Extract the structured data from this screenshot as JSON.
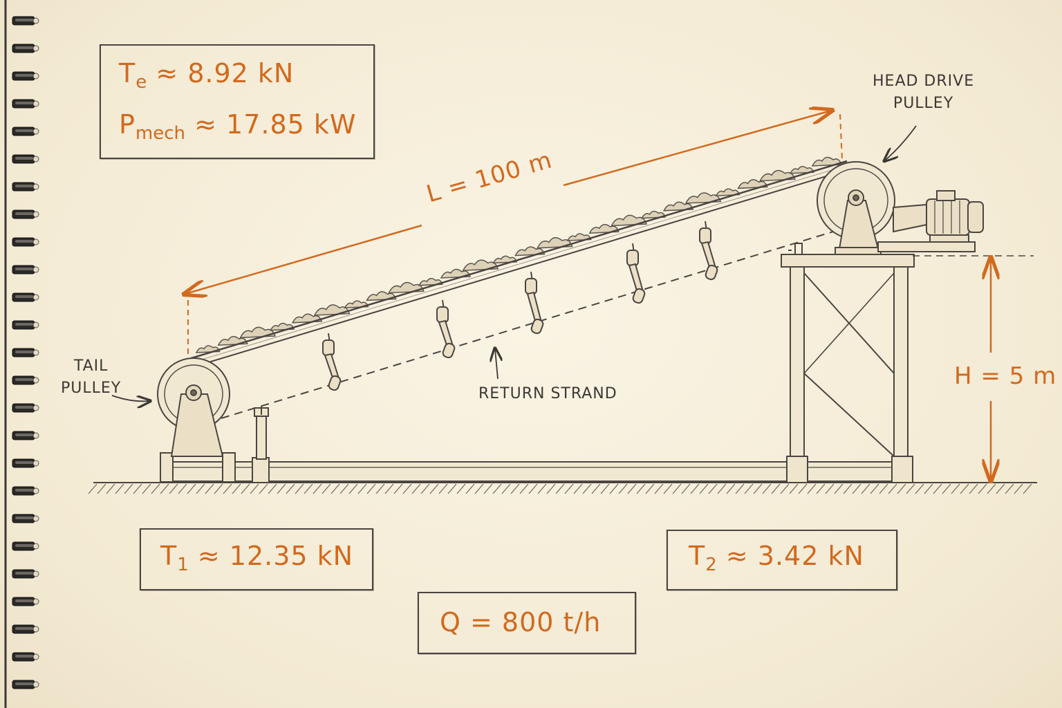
{
  "result_te": {
    "symbol": "T",
    "sub": "e",
    "rest": " ≈ 8.92 kN"
  },
  "result_p": {
    "symbol": "P",
    "sub": "mech",
    "rest": " ≈ 17.85 kW"
  },
  "result_t1": {
    "symbol": "T",
    "sub": "1",
    "rest": " ≈ 12.35 kN"
  },
  "result_t2": {
    "symbol": "T",
    "sub": "2",
    "rest": " ≈ 3.42 kN"
  },
  "result_q": "Q = 800 t/h",
  "dim_length": "L = 100 m",
  "dim_height": "H = 5 m",
  "labels": {
    "head_line1": "HEAD DRIVE",
    "head_line2": "PULLEY",
    "tail_line1": "TAIL",
    "tail_line2": "PULLEY",
    "return": "RETURN STRAND"
  },
  "colors": {
    "accent": "#d2691e",
    "ink": "#4a4540",
    "paper": "#f6efdc"
  }
}
